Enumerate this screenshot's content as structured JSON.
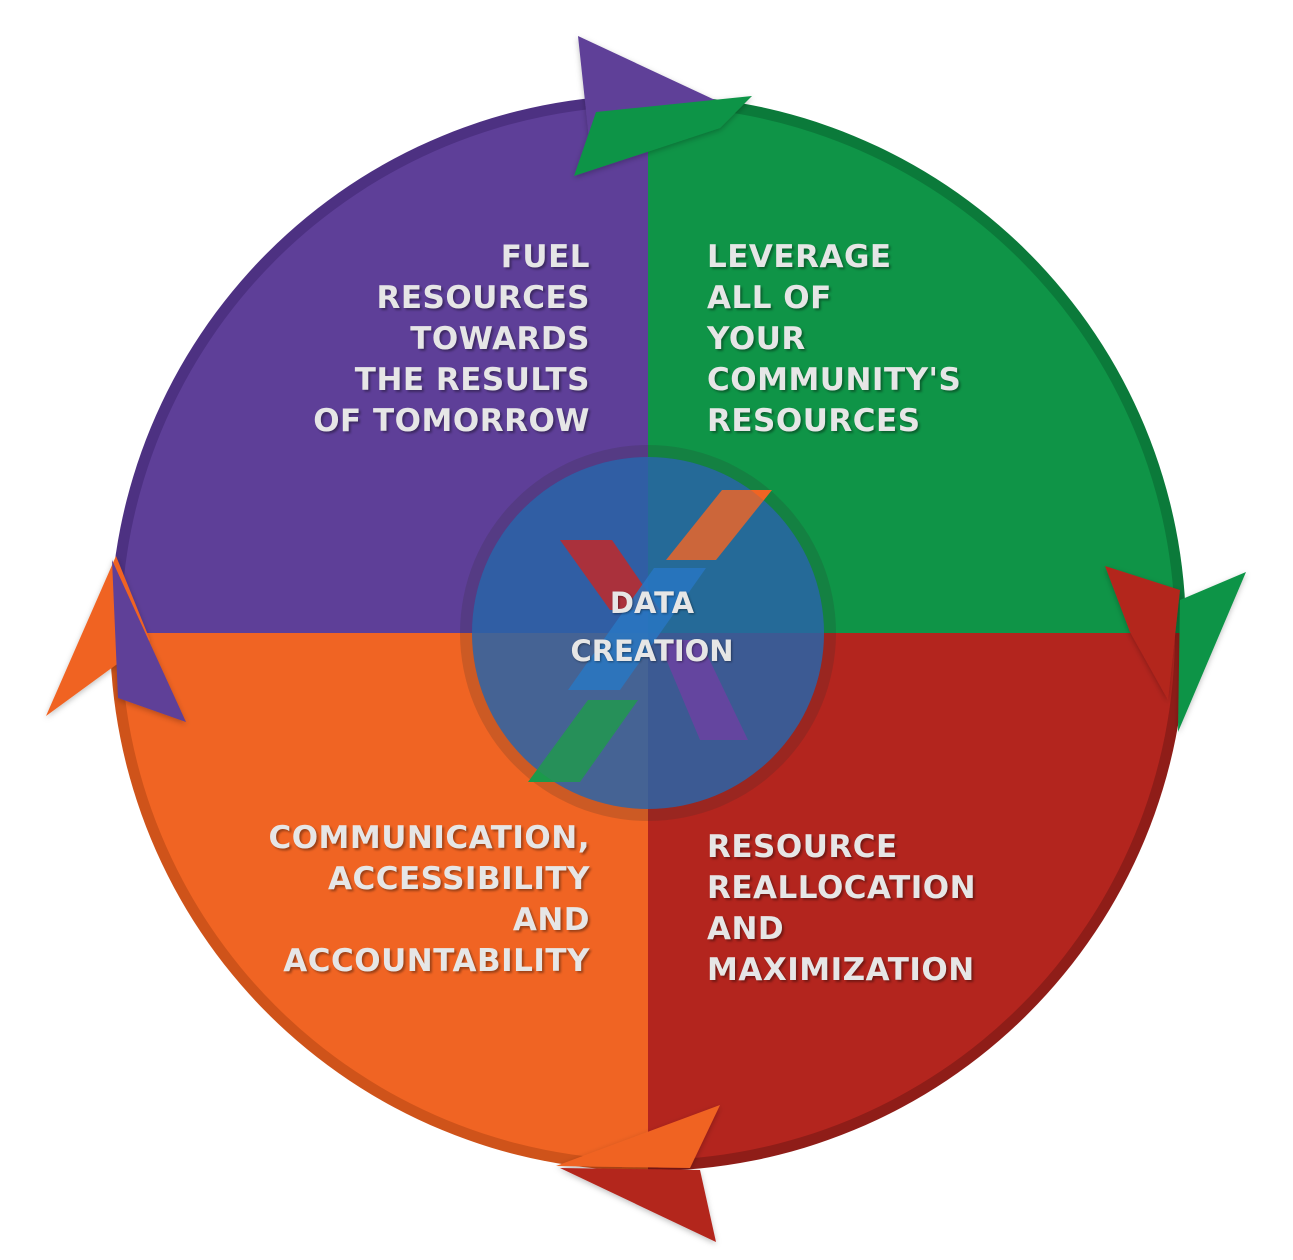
{
  "center": {
    "line1": "DATA",
    "line2": "CREATION"
  },
  "quadrants": {
    "top_left": {
      "lines": [
        "FUEL",
        "RESOURCES",
        "TOWARDS",
        "THE RESULTS",
        "OF TOMORROW"
      ],
      "color": "#5e3f98"
    },
    "top_right": {
      "lines": [
        "LEVERAGE",
        "ALL OF",
        "YOUR",
        "COMMUNITY'S",
        "RESOURCES"
      ],
      "color": "#0f9447"
    },
    "bottom_left": {
      "lines": [
        "COMMUNICATION,",
        "ACCESSIBILITY",
        "AND",
        "ACCOUNTABILITY"
      ],
      "color": "#f06423"
    },
    "bottom_right": {
      "lines": [
        "RESOURCE",
        "REALLOCATION",
        "AND",
        "MAXIMIZATION"
      ],
      "color": "#b3251e"
    }
  },
  "center_color": "#1c63b6",
  "text_color": "#e6e6e6"
}
